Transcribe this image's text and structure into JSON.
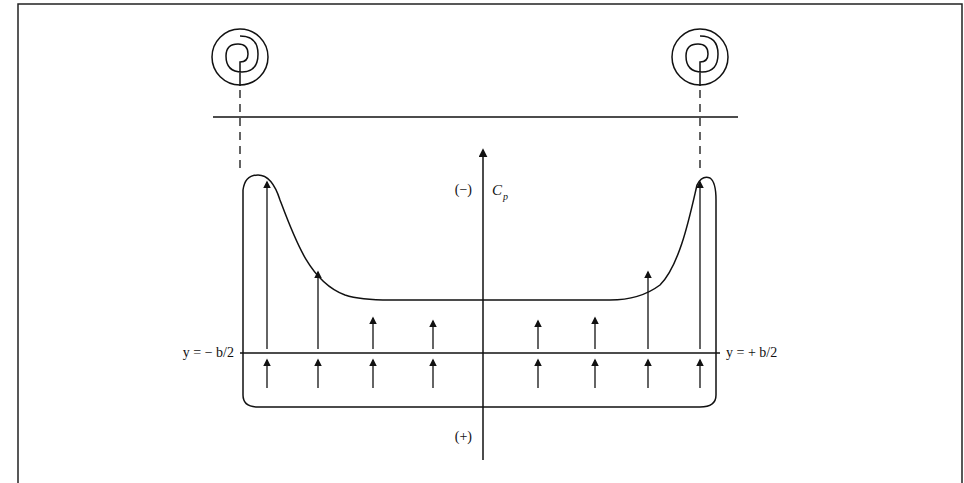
{
  "diagram": {
    "labels": [
      "(−)",
      "C",
      "p",
      "y = − b/2",
      "y = + b/2",
      "(+)"
    ]
  }
}
